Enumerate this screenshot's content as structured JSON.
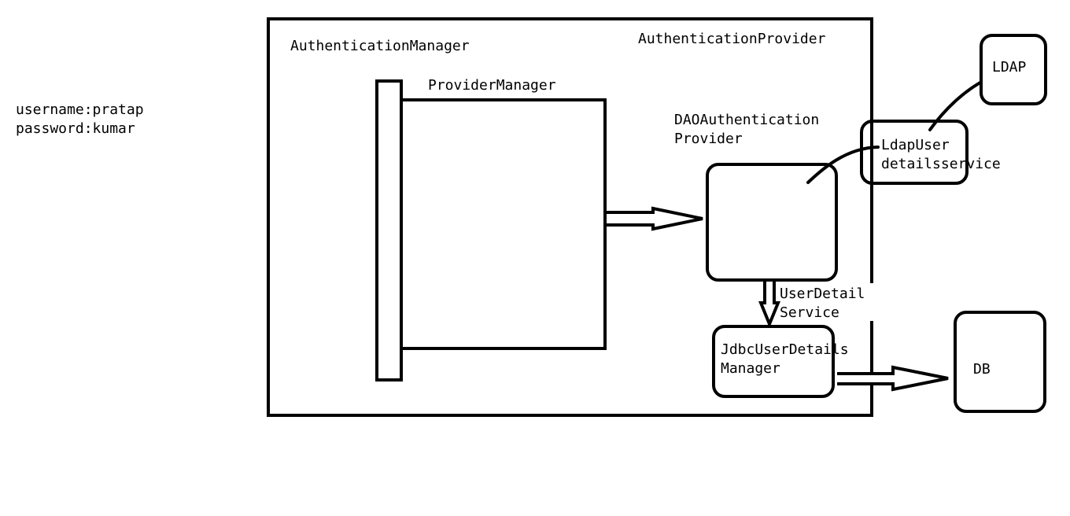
{
  "credentials": {
    "username": "username:pratap",
    "password": "password:kumar"
  },
  "labels": {
    "authentication_manager": "AuthenticationManager",
    "authentication_provider": "AuthenticationProvider",
    "provider_manager": "ProviderManager",
    "dao_provider_line1": "DAOAuthentication",
    "dao_provider_line2": "Provider",
    "ldap_user_line1": "LdapUser",
    "ldap_user_line2": "detailsservice",
    "ldap": "LDAP",
    "user_detail_line1": "UserDetail",
    "user_detail_line2": "Service",
    "jdbc_line1": "JdbcUserDetails",
    "jdbc_line2": "Manager",
    "db": "DB"
  },
  "colors": {
    "stroke": "#000000",
    "background": "#ffffff"
  }
}
